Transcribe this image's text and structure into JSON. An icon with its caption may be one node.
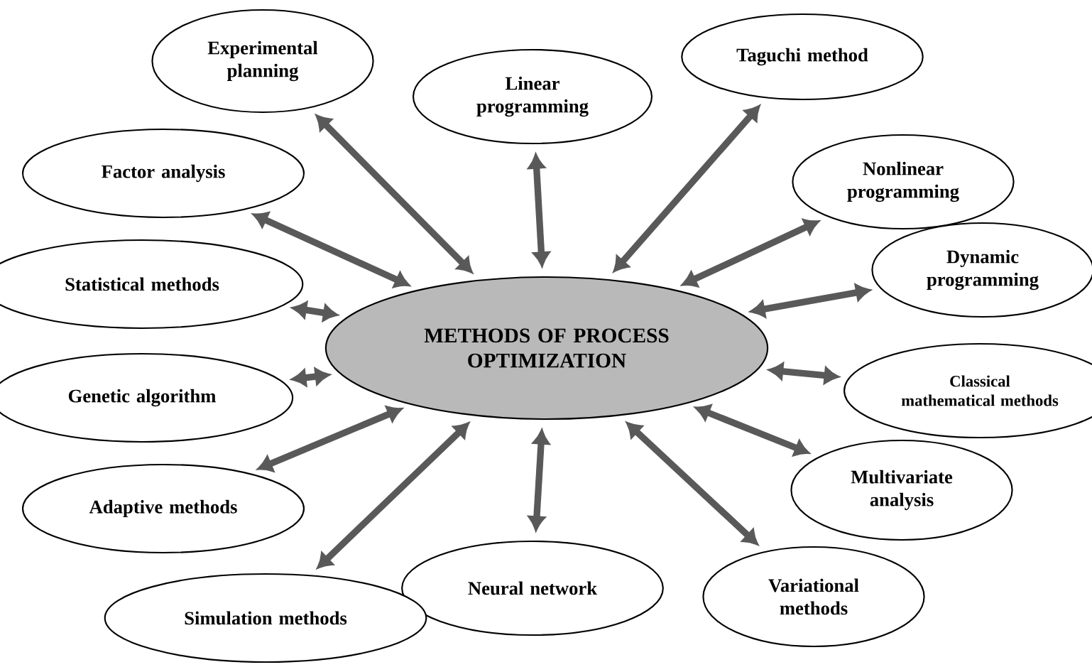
{
  "diagram": {
    "nodes": [
      {
        "text": [
          "METHODS OF PROCESS OPTIMIZATION"
        ]
      },
      {
        "text": [
          "Experimental planning"
        ]
      },
      {
        "text": [
          "Linear programming"
        ]
      },
      {
        "text": [
          "Taguchi method"
        ]
      },
      {
        "text": [
          "Nonlinear programming"
        ]
      },
      {
        "text": [
          "Dynamic programming"
        ]
      },
      {
        "text": [
          "Classical mathematical methods"
        ]
      },
      {
        "text": [
          "Multivariate analysis"
        ]
      },
      {
        "text": [
          "Variational methods"
        ]
      },
      {
        "text": [
          "Neural network"
        ]
      },
      {
        "text": [
          "Simulation methods"
        ]
      },
      {
        "text": [
          "Adaptive methods"
        ]
      },
      {
        "text": [
          "Genetic algorithm"
        ]
      },
      {
        "text": [
          "Statistical methods"
        ]
      },
      {
        "text": [
          "Factor analysis"
        ]
      }
    ],
    "edges": [
      {
        "from": 0,
        "to": 1,
        "arrow": "both"
      },
      {
        "from": 0,
        "to": 2,
        "arrow": "both"
      },
      {
        "from": 0,
        "to": 3,
        "arrow": "both"
      },
      {
        "from": 0,
        "to": 4,
        "arrow": "both"
      },
      {
        "from": 0,
        "to": 5,
        "arrow": "both"
      },
      {
        "from": 0,
        "to": 6,
        "arrow": "both"
      },
      {
        "from": 0,
        "to": 7,
        "arrow": "both"
      },
      {
        "from": 0,
        "to": 8,
        "arrow": "both"
      },
      {
        "from": 0,
        "to": 9,
        "arrow": "both"
      },
      {
        "from": 0,
        "to": 10,
        "arrow": "both"
      },
      {
        "from": 0,
        "to": 11,
        "arrow": "both"
      },
      {
        "from": 0,
        "to": 12,
        "arrow": "both"
      },
      {
        "from": 0,
        "to": 13,
        "arrow": "both"
      },
      {
        "from": 0,
        "to": 14,
        "arrow": "both"
      }
    ]
  }
}
